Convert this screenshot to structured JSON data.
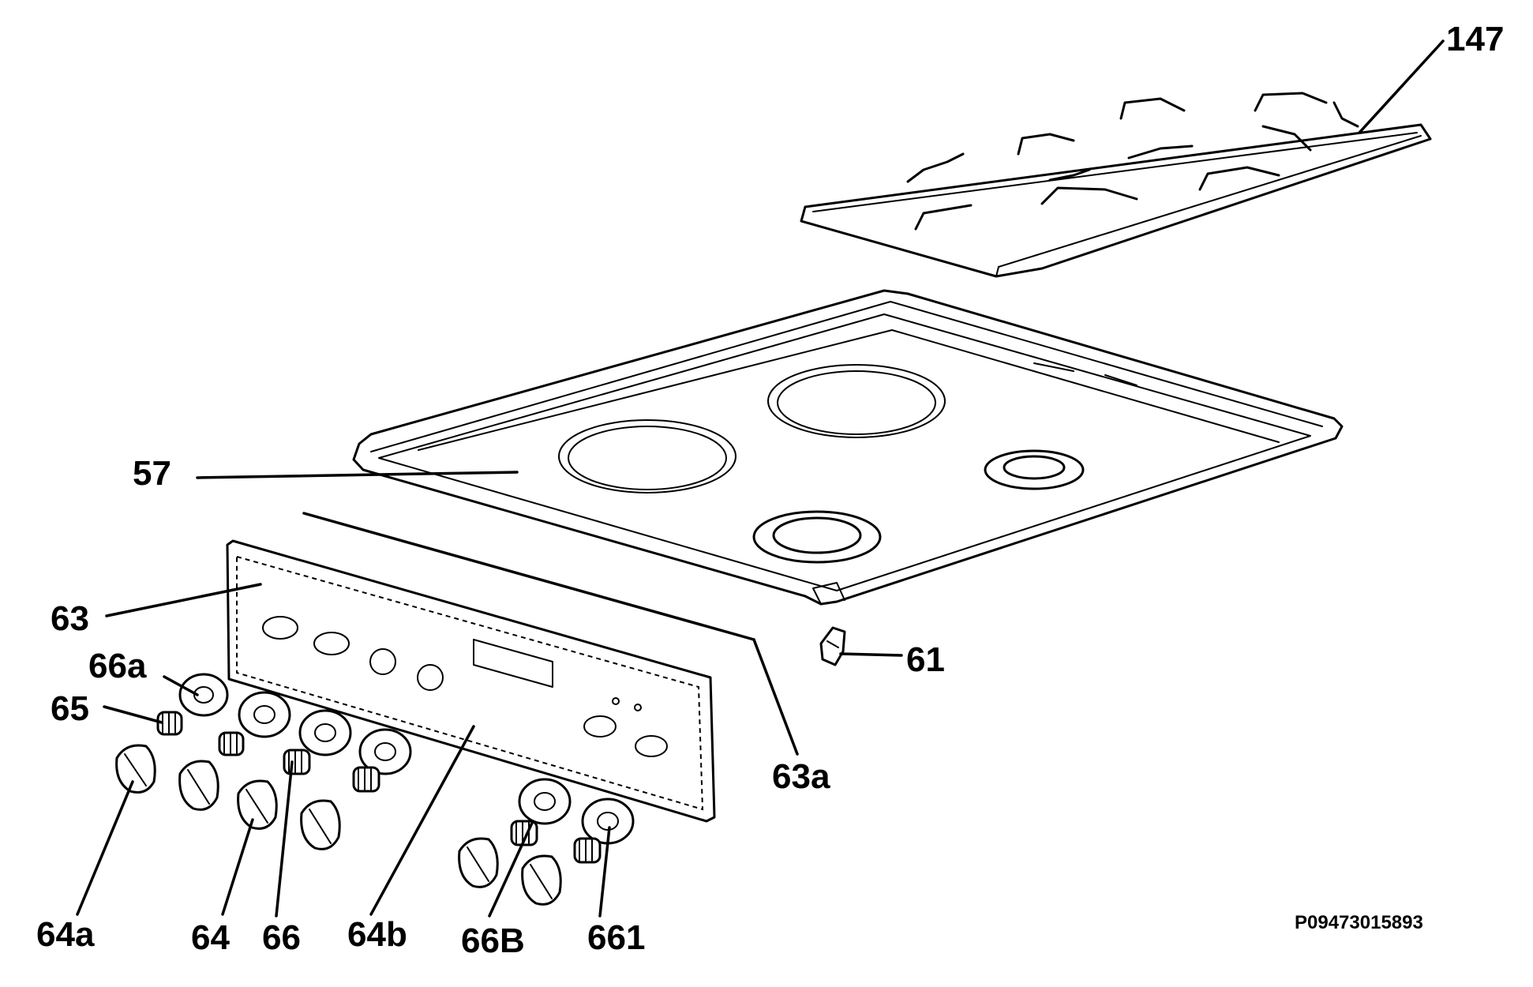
{
  "labels": {
    "l147": "147",
    "l57": "57",
    "l63": "63",
    "l66a": "66a",
    "l65": "65",
    "l61": "61",
    "l63a": "63a",
    "l64a": "64a",
    "l64": "64",
    "l66": "66",
    "l64b": "64b",
    "l66B": "66B",
    "l661": "661"
  },
  "drawing_code": "P09473015893"
}
